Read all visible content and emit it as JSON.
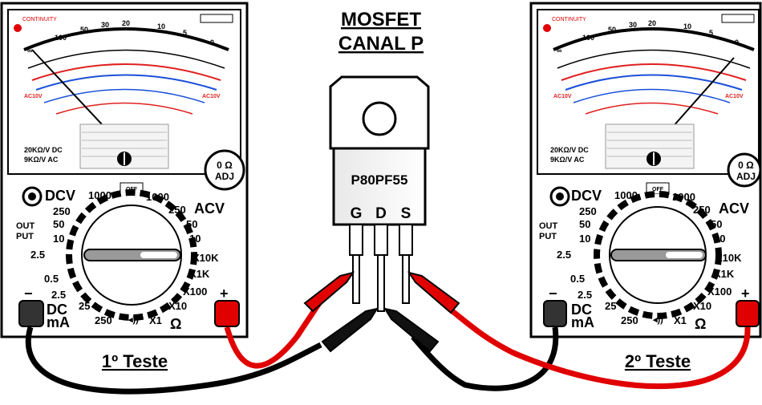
{
  "title": {
    "line1": "MOSFET",
    "line2": "CANAL P"
  },
  "mosfet": {
    "part_number": "P80PF55",
    "pins": [
      "G",
      "D",
      "S"
    ]
  },
  "meters": [
    {
      "id": "left",
      "caption": "1º Teste",
      "continuity": "CONTINUITY",
      "sensitivity_dc": "20KΩ/V DC",
      "sensitivity_ac": "9KΩ/V AC",
      "zero_adj_top": "0 Ω",
      "zero_adj_bottom": "ADJ",
      "dcv": "DCV",
      "acv": "ACV",
      "out": "OUT",
      "put": "PUT",
      "dc": "DC",
      "ma": "mA",
      "ohm": "Ω",
      "off": "OFF",
      "minus": "−",
      "plus": "+",
      "dial_left": [
        "1000",
        "250",
        "50",
        "10",
        "2.5",
        "0.5",
        "2.5",
        "25",
        "250"
      ],
      "dial_right": [
        "1000",
        "250",
        "50",
        "10",
        "X10K",
        "X1K",
        "X100",
        "X10",
        "X1"
      ],
      "scale_top": [
        "∞",
        "100",
        "50",
        "30",
        "20",
        "10",
        "5",
        "0"
      ],
      "scale_red": "AC10V"
    },
    {
      "id": "right",
      "caption": "2º Teste",
      "continuity": "CONTINUITY",
      "sensitivity_dc": "20KΩ/V DC",
      "sensitivity_ac": "9KΩ/V AC",
      "zero_adj_top": "0 Ω",
      "zero_adj_bottom": "ADJ",
      "dcv": "DCV",
      "acv": "ACV",
      "out": "OUT",
      "put": "PUT",
      "dc": "DC",
      "ma": "mA",
      "ohm": "Ω",
      "off": "OFF",
      "minus": "−",
      "plus": "+",
      "dial_left": [
        "1000",
        "250",
        "50",
        "10",
        "2.5",
        "0.5",
        "2.5",
        "25",
        "250"
      ],
      "dial_right": [
        "1000",
        "250",
        "50",
        "10",
        "X10K",
        "X1K",
        "X100",
        "X10",
        "X1"
      ],
      "scale_top": [
        "∞",
        "100",
        "50",
        "30",
        "20",
        "10",
        "5",
        "0"
      ],
      "scale_red": "AC10V"
    }
  ],
  "colors": {
    "probe_red": "#e00000",
    "probe_black": "#111111",
    "scale_red": "#e02020",
    "scale_blue": "#1a4fd8"
  }
}
